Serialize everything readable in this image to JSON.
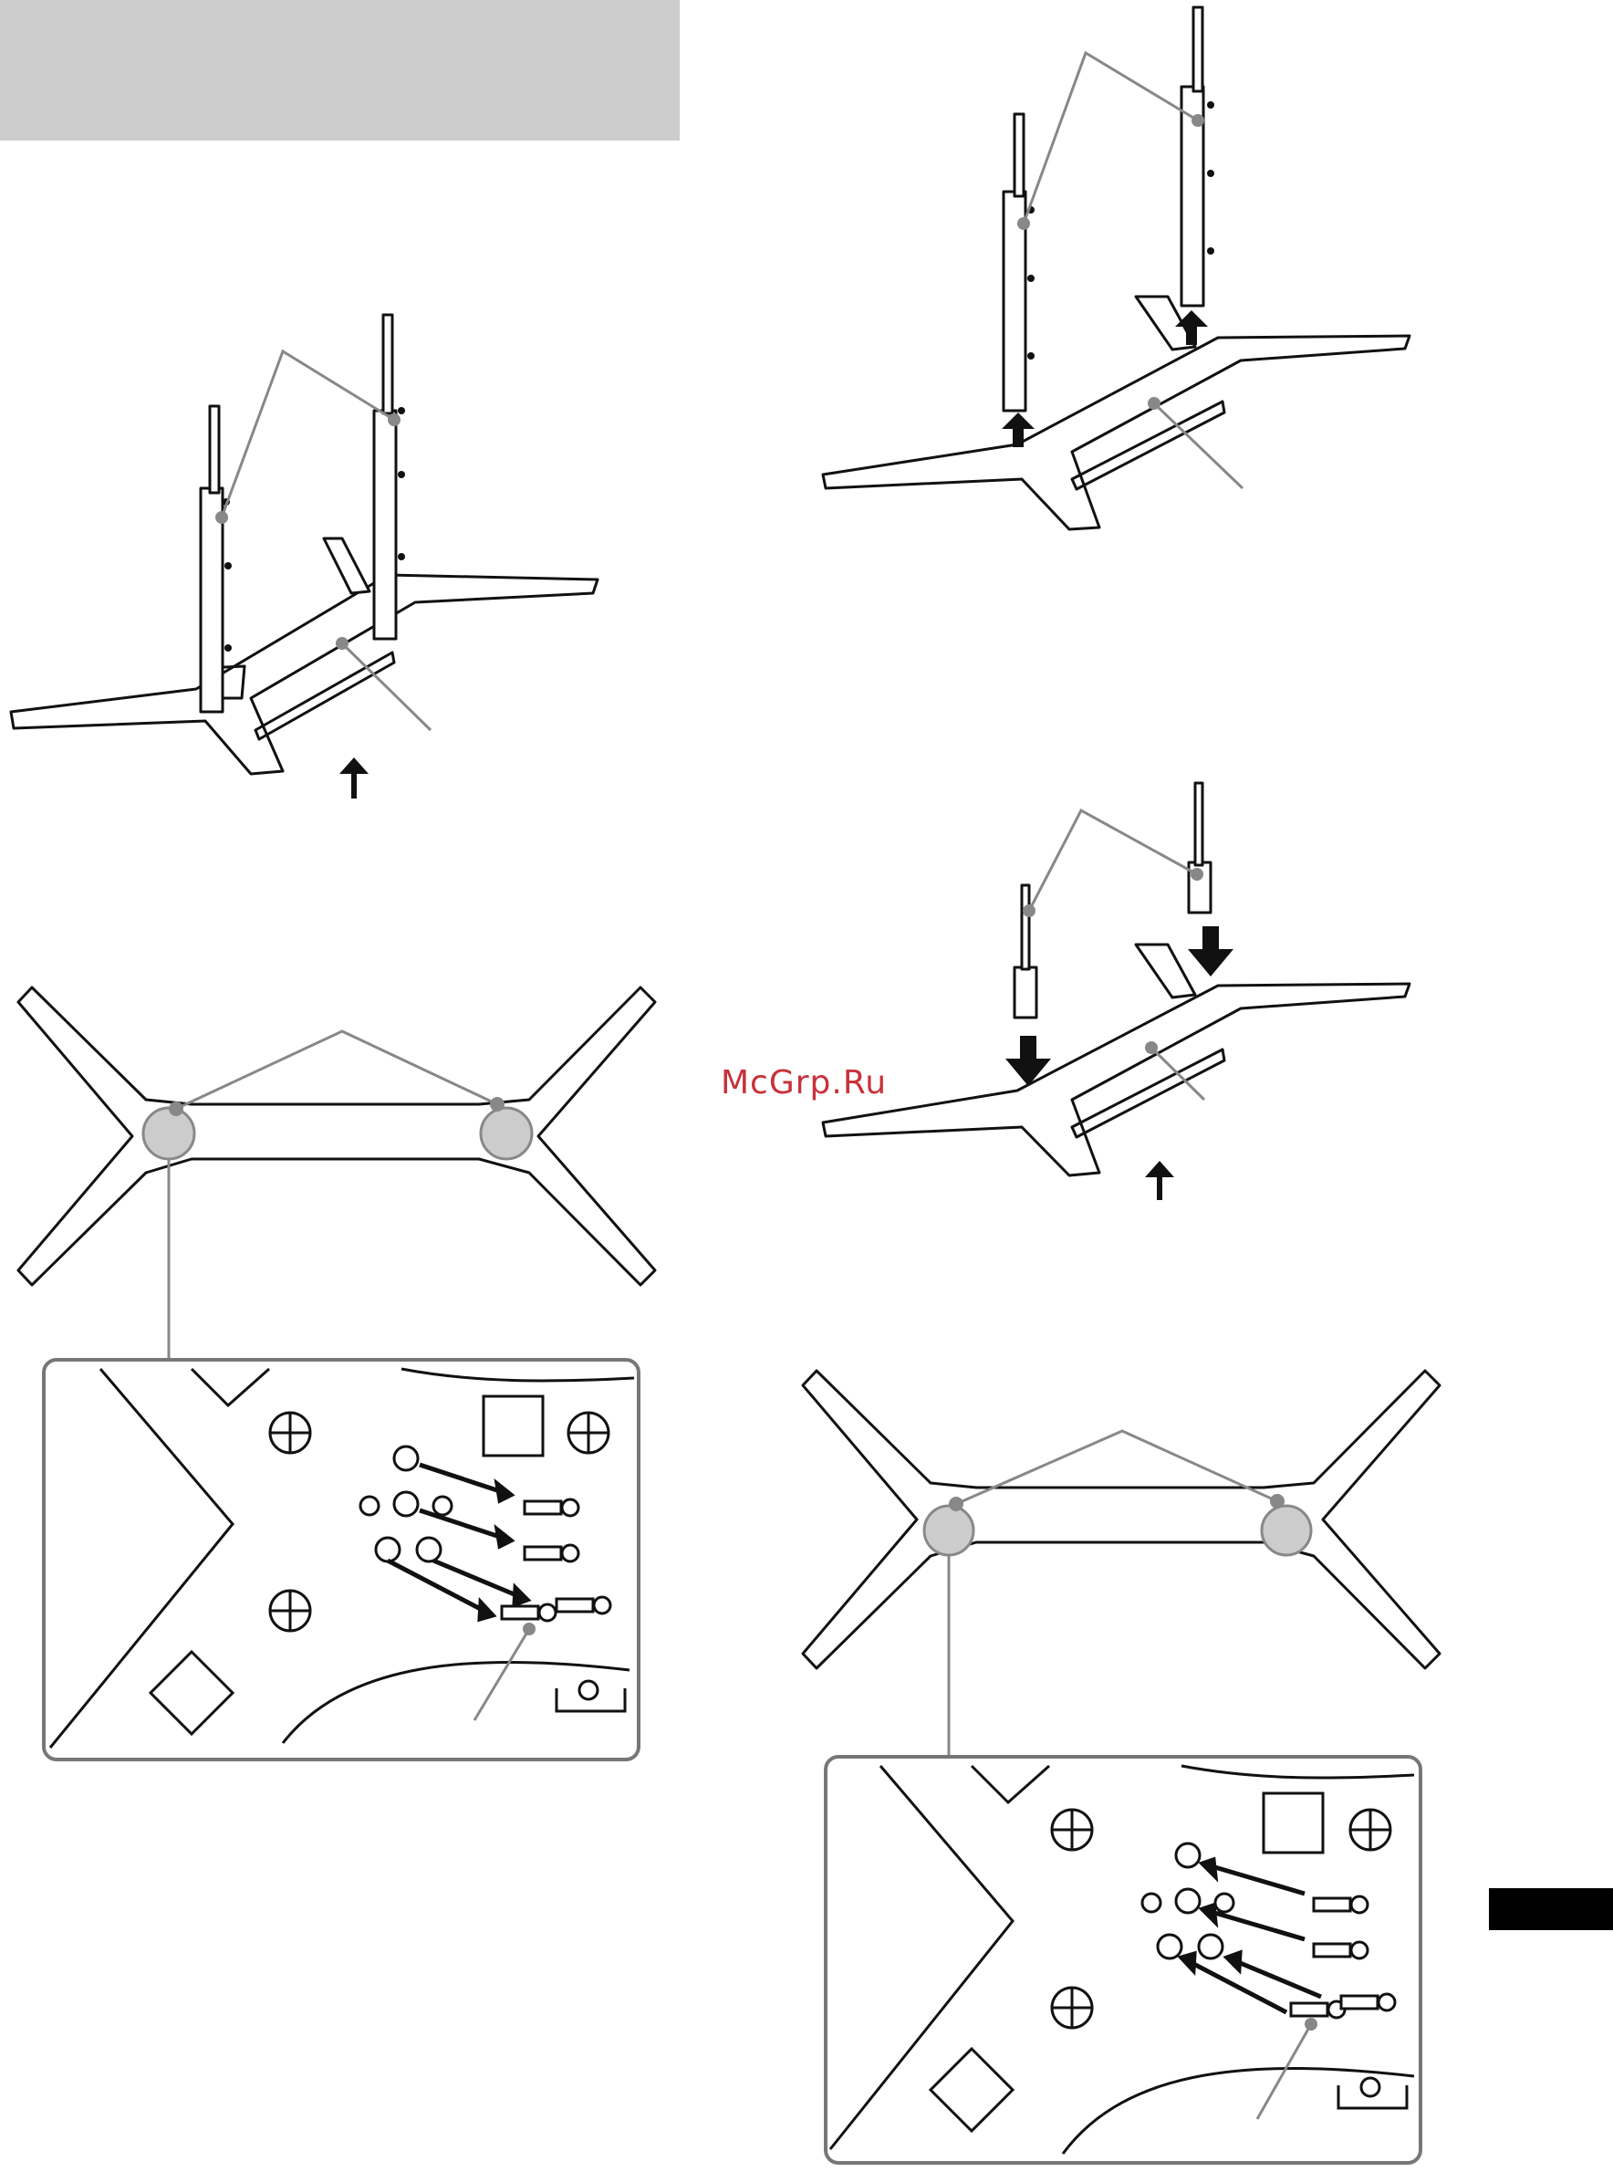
{
  "watermark": {
    "text": "McGrp.Ru",
    "color": "#c8313a"
  },
  "colors": {
    "header_band": "#cccccc",
    "line": "#111111",
    "leader": "#888888",
    "callout": "#999999",
    "tab": "#000000"
  },
  "figures": [
    {
      "id": "stand-assembled-left",
      "icon": "tv-stand-with-posts"
    },
    {
      "id": "stand-posts-removed",
      "icon": "tv-stand-posts-lifted"
    },
    {
      "id": "stand-posts-inserting",
      "icon": "tv-stand-posts-insert"
    },
    {
      "id": "stand-base-bottom-left",
      "icon": "stand-base-underside"
    },
    {
      "id": "screw-detail-remove",
      "icon": "screws-removal-detail"
    },
    {
      "id": "stand-base-bottom-right",
      "icon": "stand-base-underside"
    },
    {
      "id": "screw-detail-attach",
      "icon": "screws-attach-detail"
    }
  ]
}
